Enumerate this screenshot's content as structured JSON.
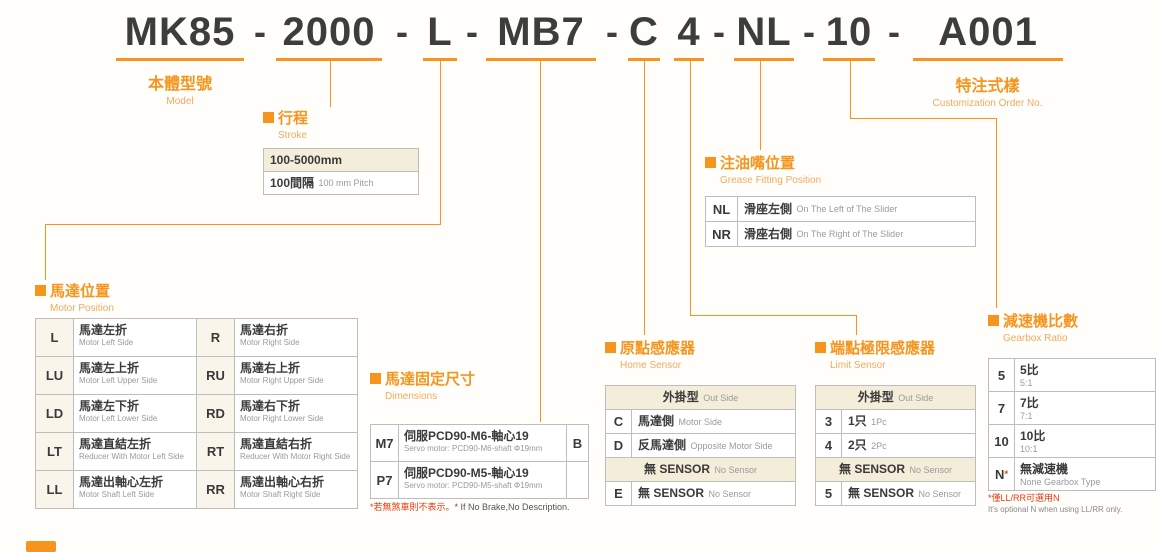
{
  "colors": {
    "accent": "#f7941e",
    "light_accent": "#f2a95f",
    "cream": "#f4edda",
    "note_red": "#e8380d"
  },
  "title": {
    "segments": [
      "MK85",
      "2000",
      "L",
      "MB7",
      "C",
      "4",
      "NL",
      "10",
      "A001"
    ],
    "separator": "-"
  },
  "model": {
    "title_zh": "本體型號",
    "title_en": "Model"
  },
  "custom": {
    "title_zh": "特注式樣",
    "title_en": "Customization Order No."
  },
  "stroke": {
    "title_zh": "行程",
    "title_en": "Stroke",
    "range": "100-5000mm",
    "pitch_zh": "100間隔",
    "pitch_en": "100 mm Pitch"
  },
  "motor_position": {
    "title_zh": "馬達位置",
    "title_en": "Motor Position",
    "rows": [
      {
        "c1": "L",
        "z1": "馬達左折",
        "e1": "Motor Left Side",
        "c2": "R",
        "z2": "馬達右折",
        "e2": "Motor Right Side"
      },
      {
        "c1": "LU",
        "z1": "馬達左上折",
        "e1": "Motor Left Upper Side",
        "c2": "RU",
        "z2": "馬達右上折",
        "e2": "Motor Right Upper Side"
      },
      {
        "c1": "LD",
        "z1": "馬達左下折",
        "e1": "Motor Left Lower Side",
        "c2": "RD",
        "z2": "馬達右下折",
        "e2": "Motor Right Lower Side"
      },
      {
        "c1": "LT",
        "z1": "馬達直結左折",
        "e1": "Reducer With Motor Left Side",
        "c2": "RT",
        "z2": "馬達直結右折",
        "e2": "Reducer With Motor Right Side"
      },
      {
        "c1": "LL",
        "z1": "馬達出軸心左折",
        "e1": "Motor Shaft Left Side",
        "c2": "RR",
        "z2": "馬達出軸心右折",
        "e2": "Motor Shaft Right Side"
      }
    ]
  },
  "dimensions": {
    "title_zh": "馬達固定尺寸",
    "title_en": "Dimensions",
    "r1": {
      "code": "M7",
      "zh": "伺服PCD90-M6-軸心19",
      "en": "Servo motor: PCD90-M6-shaft Φ19mm",
      "b": "B"
    },
    "r2": {
      "code": "P7",
      "zh": "伺服PCD90-M5-軸心19",
      "en": "Servo motor: PCD90-M5-shaft Φ19mm"
    },
    "note_zh": "*若無煞車則不表示。",
    "note_en": "* If No Brake,No Description."
  },
  "home_sensor": {
    "title_zh": "原點感應器",
    "title_en": "Home Sensor",
    "header": {
      "zh": "外掛型",
      "en": "Out Side"
    },
    "r1": {
      "code": "C",
      "zh": "馬達側",
      "en": "Motor Side"
    },
    "r2": {
      "code": "D",
      "zh": "反馬達側",
      "en": "Opposite Motor Side"
    },
    "mid": {
      "zh": "無 SENSOR",
      "en": "No Sensor"
    },
    "r3": {
      "code": "E",
      "zh": "無 SENSOR",
      "en": "No Sensor"
    }
  },
  "limit_sensor": {
    "title_zh": "端點極限感應器",
    "title_en": "Limit Sensor",
    "header": {
      "zh": "外掛型",
      "en": "Out Side"
    },
    "r1": {
      "code": "3",
      "zh": "1只",
      "en": "1Pc"
    },
    "r2": {
      "code": "4",
      "zh": "2只",
      "en": "2Pc"
    },
    "mid": {
      "zh": "無 SENSOR",
      "en": "No Sensor"
    },
    "r3": {
      "code": "5",
      "zh": "無 SENSOR",
      "en": "No Sensor"
    }
  },
  "grease": {
    "title_zh": "注油嘴位置",
    "title_en": "Grease Fitting Position",
    "r1": {
      "code": "NL",
      "zh": "滑座左側",
      "en": "On The Left of The Slider"
    },
    "r2": {
      "code": "NR",
      "zh": "滑座右側",
      "en": "On The Right of The Slider"
    }
  },
  "gearbox": {
    "title_zh": "減速機比數",
    "title_en": "Gearbox Ratio",
    "r1": {
      "code": "5",
      "zh": "5比",
      "en": "5:1"
    },
    "r2": {
      "code": "7",
      "zh": "7比",
      "en": "7:1"
    },
    "r3": {
      "code": "10",
      "zh": "10比",
      "en": "10:1"
    },
    "r4": {
      "code": "N",
      "star": "*",
      "zh": "無減速機",
      "en": "None Gearbox Type"
    },
    "note_zh": "*僅LL/RR可選用N",
    "note_en": "It's optional N when using LL/RR only."
  }
}
